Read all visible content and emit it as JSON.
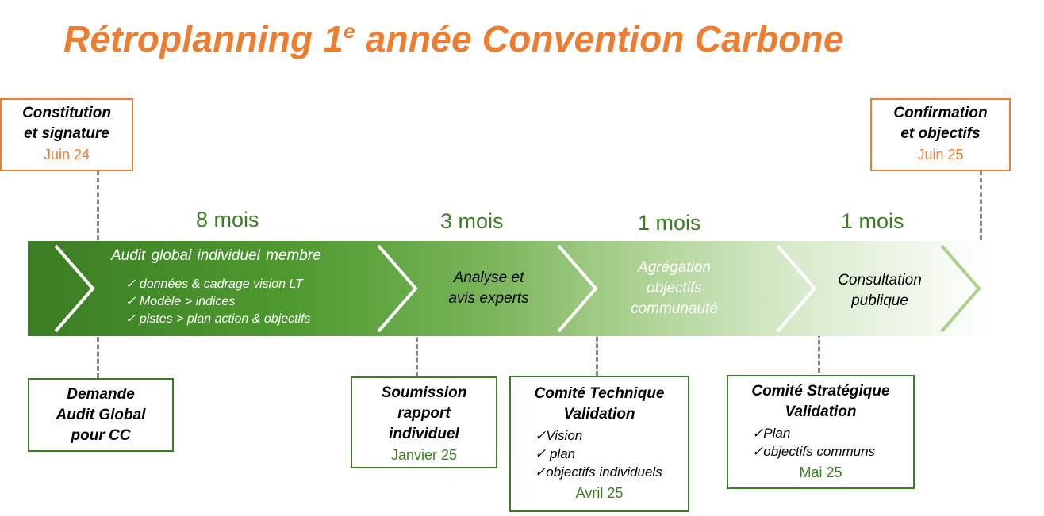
{
  "title": {
    "main": "Rétroplanning 1",
    "sup": "e",
    "rest": " année Convention Carbone"
  },
  "milestones_top": [
    {
      "line1": "Constitution",
      "line2": "et signature",
      "date": "Juin 24"
    },
    {
      "line1": "Confirmation",
      "line2": "et objectifs",
      "date": "Juin 25"
    }
  ],
  "durations": [
    "8 mois",
    "3 mois",
    "1 mois",
    "1 mois"
  ],
  "stages": {
    "audit": {
      "title": "Audit  global individuel membre",
      "items": [
        "✓ données & cadrage vision LT",
        "✓ Modèle > indices",
        "✓ pistes > plan action & objectifs"
      ]
    },
    "analyse": {
      "line1": "Analyse et",
      "line2": "avis experts"
    },
    "agregation": {
      "line1": "Agrégation",
      "line2": "objectifs",
      "line3": "communauté"
    },
    "consultation": {
      "line1": "Consultation",
      "line2": "publique"
    }
  },
  "milestones_bottom": [
    {
      "line1": "Demande",
      "line2": "Audit Global",
      "line3": "pour CC"
    },
    {
      "line1": "Soumission",
      "line2": "rapport",
      "line3": "individuel",
      "date": "Janvier 25"
    },
    {
      "line1": "Comité Technique",
      "line2": "Validation",
      "items": [
        "✓Vision",
        "✓ plan",
        "✓objectifs individuels"
      ],
      "date": "Avril 25"
    },
    {
      "line1": "Comité Stratégique",
      "line2": "Validation",
      "items": [
        "✓Plan",
        "✓objectifs communs"
      ],
      "date": "Mai 25"
    }
  ],
  "colors": {
    "accent_orange": "#ed7d31",
    "accent_green": "#3b7d23",
    "connector_gray": "#888888"
  }
}
